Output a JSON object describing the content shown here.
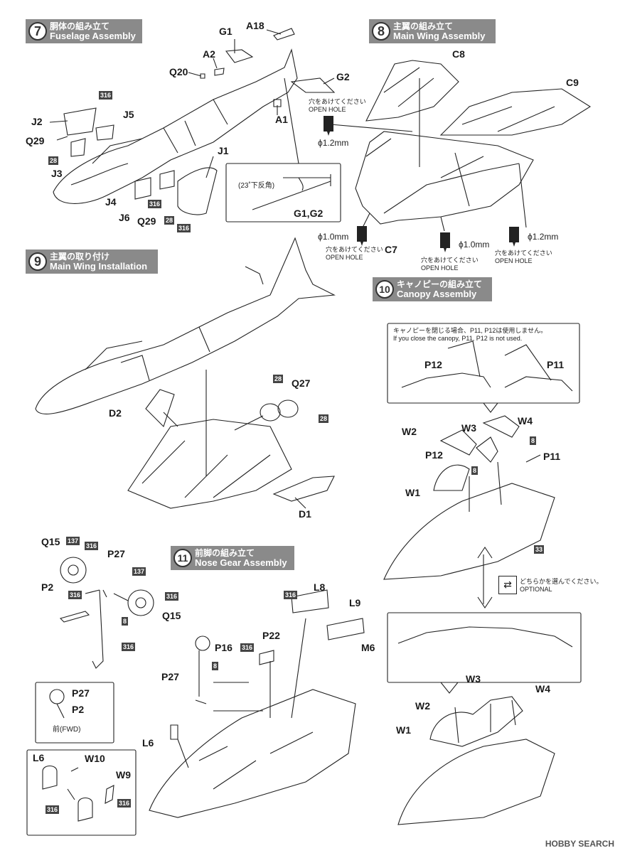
{
  "steps": {
    "s7": {
      "num": "7",
      "jp": "胴体の組み立て",
      "en": "Fuselage Assembly"
    },
    "s8": {
      "num": "8",
      "jp": "主翼の組み立て",
      "en": "Main Wing Assembly"
    },
    "s9": {
      "num": "9",
      "jp": "主翼の取り付け",
      "en": "Main Wing Installation"
    },
    "s10": {
      "num": "10",
      "jp": "キャノピーの組み立て",
      "en": "Canopy Assembly"
    },
    "s11": {
      "num": "11",
      "jp": "前脚の組み立て",
      "en": "Nose Gear Assembly"
    }
  },
  "parts7": {
    "G1": "G1",
    "A18": "A18",
    "A2": "A2",
    "Q20": "Q20",
    "G2": "G2",
    "A1": "A1",
    "J2": "J2",
    "J5": "J5",
    "Q29": "Q29",
    "J3": "J3",
    "J1": "J1",
    "J4": "J4",
    "J6": "J6",
    "Q29b": "Q29"
  },
  "tags": {
    "t316": "316",
    "t28": "28",
    "t137": "137",
    "t8": "8",
    "t33": "33"
  },
  "inset7": {
    "angle": "(23˚下反角)",
    "parts": "G1,G2"
  },
  "parts8": {
    "C8": "C8",
    "C9": "C9",
    "C7": "C7"
  },
  "holes": {
    "jp": "穴をあけてください",
    "en": "OPEN HOLE",
    "d12": "ϕ1.2mm",
    "d10": "ϕ1.0mm"
  },
  "parts9": {
    "D2": "D2",
    "Q27": "Q27",
    "D1": "D1"
  },
  "canopy": {
    "note_jp": "キャノピーを閉じる場合、P11, P12は使用しません。",
    "note_en": "If you close the canopy, P11, P12 is not used.",
    "P12": "P12",
    "P11": "P11",
    "W2": "W2",
    "W3": "W3",
    "W4": "W4",
    "W1": "W1",
    "optional_jp": "どちらかを選んでください。",
    "optional_en": "OPTIONAL"
  },
  "parts11": {
    "Q15": "Q15",
    "P27": "P27",
    "P2": "P2",
    "Q15b": "Q15",
    "L8": "L8",
    "L9": "L9",
    "M6": "M6",
    "P22": "P22",
    "P16": "P16",
    "P27b": "P27",
    "L6": "L6",
    "W10": "W10",
    "W9": "W9",
    "fwd": "前(FWD)",
    "inset_P27": "P27",
    "inset_P2": "P2",
    "inset_L6": "L6"
  },
  "watermark": "HOBBY SEARCH"
}
